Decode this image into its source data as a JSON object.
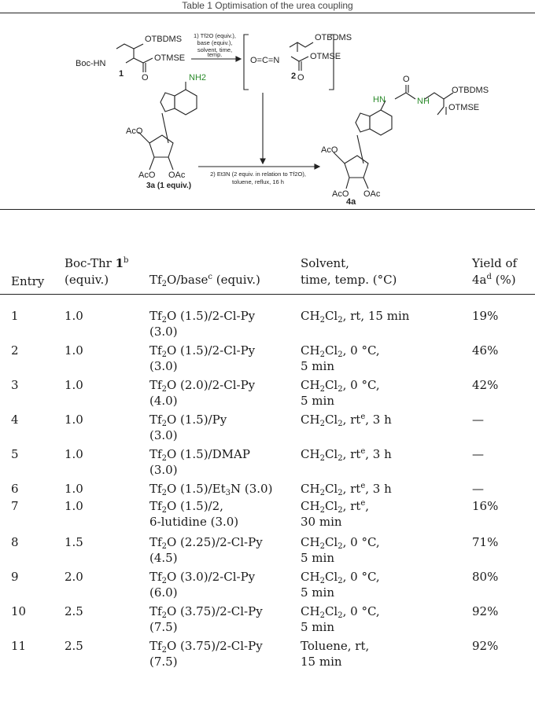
{
  "caption_fragment": "Table 1 Optimisation of the urea coupling",
  "scheme": {
    "compound1_label": "1",
    "compound2_label": "2",
    "compound3a_label": "3a (1 equiv.)",
    "compound4a_label": "4a",
    "boc_text": "Boc-HN",
    "otbdms": "OTBDMS",
    "otmse": "OTMSE",
    "nh2": "NH2",
    "hn": "HN",
    "h": "H",
    "oac": "OAc",
    "aco": "AcO",
    "isocyanate": "O=C=N",
    "step1_lines": [
      "1) Tf2O (equiv.),",
      "base (equiv.),",
      "solvent, time,",
      "temp."
    ],
    "step2_lines": [
      "2) Et3N (2 equiv. in relation to Tf2O),",
      "toluene, reflux, 16 h"
    ]
  },
  "table": {
    "headers": {
      "entry": "Entry",
      "boc_line1": "Boc-Thr",
      "boc_bold": "1",
      "boc_sup": "b",
      "boc_line2": "(equiv.)",
      "tf_main": "Tf",
      "tf_sub": "2",
      "tf_o": "O/base",
      "tf_sup": "c",
      "tf_rest": " (equiv.)",
      "solvent_line1": "Solvent,",
      "solvent_line2": "time, temp. (°C)",
      "yield_line1": "Yield of",
      "yield_a": "4a",
      "yield_sup": "d",
      "yield_rest": " (%)"
    },
    "rows": [
      {
        "entry": "1",
        "boc": "1.0",
        "tf_l1": "Tf2O (1.5)/2-Cl-Py",
        "tf_l2": "(3.0)",
        "sol_l1": "CH2Cl2, rt, 15 min",
        "sol_l2": "",
        "yield": "19%"
      },
      {
        "entry": "2",
        "boc": "1.0",
        "tf_l1": "Tf2O (1.5)/2-Cl-Py",
        "tf_l2": "(3.0)",
        "sol_l1": "CH2Cl2, 0 °C,",
        "sol_l2": "5 min",
        "yield": "46%"
      },
      {
        "entry": "3",
        "boc": "1.0",
        "tf_l1": "Tf2O (2.0)/2-Cl-Py",
        "tf_l2": "(4.0)",
        "sol_l1": "CH2Cl2, 0 °C,",
        "sol_l2": "5 min",
        "yield": "42%"
      },
      {
        "entry": "4",
        "boc": "1.0",
        "tf_l1": "Tf2O (1.5)/Py",
        "tf_l2": "(3.0)",
        "sol_l1": "CH2Cl2, rt^e, 3 h",
        "sol_l2": "",
        "yield": "—"
      },
      {
        "entry": "5",
        "boc": "1.0",
        "tf_l1": "Tf2O (1.5)/DMAP",
        "tf_l2": "(3.0)",
        "sol_l1": "CH2Cl2, rt^e, 3 h",
        "sol_l2": "",
        "yield": "—"
      },
      {
        "entry": "6",
        "boc": "1.0",
        "tf_l1": "Tf2O (1.5)/Et3N (3.0)",
        "tf_l2": "",
        "sol_l1": "CH2Cl2, rt^e, 3 h",
        "sol_l2": "",
        "yield": "—"
      },
      {
        "entry": "7",
        "boc": "1.0",
        "tf_l1": "Tf2O (1.5)/2,",
        "tf_l2": "6-lutidine (3.0)",
        "sol_l1": "CH2Cl2, rt^e,",
        "sol_l2": "30 min",
        "yield": "16%"
      },
      {
        "entry": "8",
        "boc": "1.5",
        "tf_l1": "Tf2O (2.25)/2-Cl-Py",
        "tf_l2": "(4.5)",
        "sol_l1": "CH2Cl2, 0 °C,",
        "sol_l2": "5 min",
        "yield": "71%"
      },
      {
        "entry": "9",
        "boc": "2.0",
        "tf_l1": "Tf2O (3.0)/2-Cl-Py",
        "tf_l2": "(6.0)",
        "sol_l1": "CH2Cl2, 0 °C,",
        "sol_l2": "5 min",
        "yield": "80%"
      },
      {
        "entry": "10",
        "boc": "2.5",
        "tf_l1": "Tf2O (3.75)/2-Cl-Py",
        "tf_l2": "(7.5)",
        "sol_l1": "CH2Cl2, 0 °C,",
        "sol_l2": "5 min",
        "yield": "92%"
      },
      {
        "entry": "11",
        "boc": "2.5",
        "tf_l1": "Tf2O (3.75)/2-Cl-Py",
        "tf_l2": "(7.5)",
        "sol_l1": "Toluene, rt,",
        "sol_l2": "15 min",
        "yield": "92%"
      }
    ]
  }
}
